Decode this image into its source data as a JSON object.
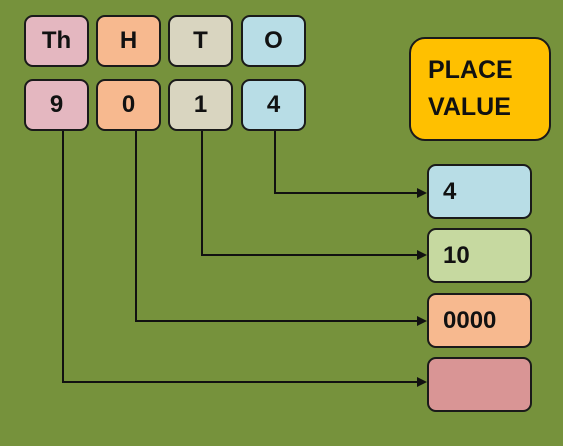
{
  "headers": {
    "thousands": "Th",
    "hundreds": "H",
    "tens": "T",
    "ones": "O"
  },
  "digits": {
    "thousands": "9",
    "hundreds": "0",
    "tens": "1",
    "ones": "4"
  },
  "place_value_title": {
    "line1": "PLACE",
    "line2": "VALUE"
  },
  "results": {
    "ones": "4",
    "tens": "10",
    "hundreds": "0000",
    "thousands": ""
  },
  "colors": {
    "background": "#76923c",
    "thousands": "#e4b7c0",
    "hundreds": "#f7b98f",
    "tens": "#d9d5c0",
    "ones": "#b8dde6",
    "tens_result": "#c6d9a0",
    "thousands_result": "#d99595",
    "title_box": "#ffc000"
  }
}
